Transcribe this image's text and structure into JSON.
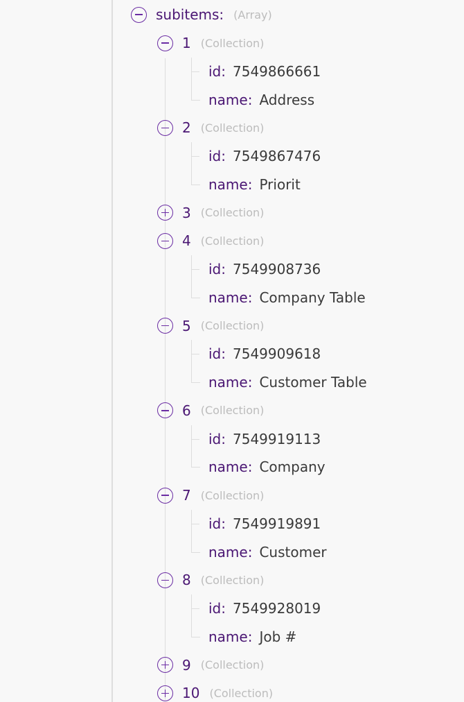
{
  "tree": {
    "root": {
      "key": "subitems:",
      "type": "(Array)",
      "expanded": true
    },
    "type_label": "(Collection)",
    "id_label": "id:",
    "name_label": "name:",
    "items": [
      {
        "index": "1",
        "expanded": true,
        "id": "7549866661",
        "name": "Address"
      },
      {
        "index": "2",
        "expanded": true,
        "id": "7549867476",
        "name": "Priorit"
      },
      {
        "index": "3",
        "expanded": false
      },
      {
        "index": "4",
        "expanded": true,
        "id": "7549908736",
        "name": "Company Table"
      },
      {
        "index": "5",
        "expanded": true,
        "id": "7549909618",
        "name": "Customer Table"
      },
      {
        "index": "6",
        "expanded": true,
        "id": "7549919113",
        "name": "Company"
      },
      {
        "index": "7",
        "expanded": true,
        "id": "7549919891",
        "name": "Customer"
      },
      {
        "index": "8",
        "expanded": true,
        "id": "7549928019",
        "name": "Job #"
      },
      {
        "index": "9",
        "expanded": false
      },
      {
        "index": "10",
        "expanded": false
      }
    ],
    "colors": {
      "accent": "#6a2ca3",
      "key": "#4a1673",
      "value": "#3a3a3a",
      "hint": "#bcbcbc",
      "guide": "#dddddd",
      "background": "#f8f8f8"
    }
  }
}
